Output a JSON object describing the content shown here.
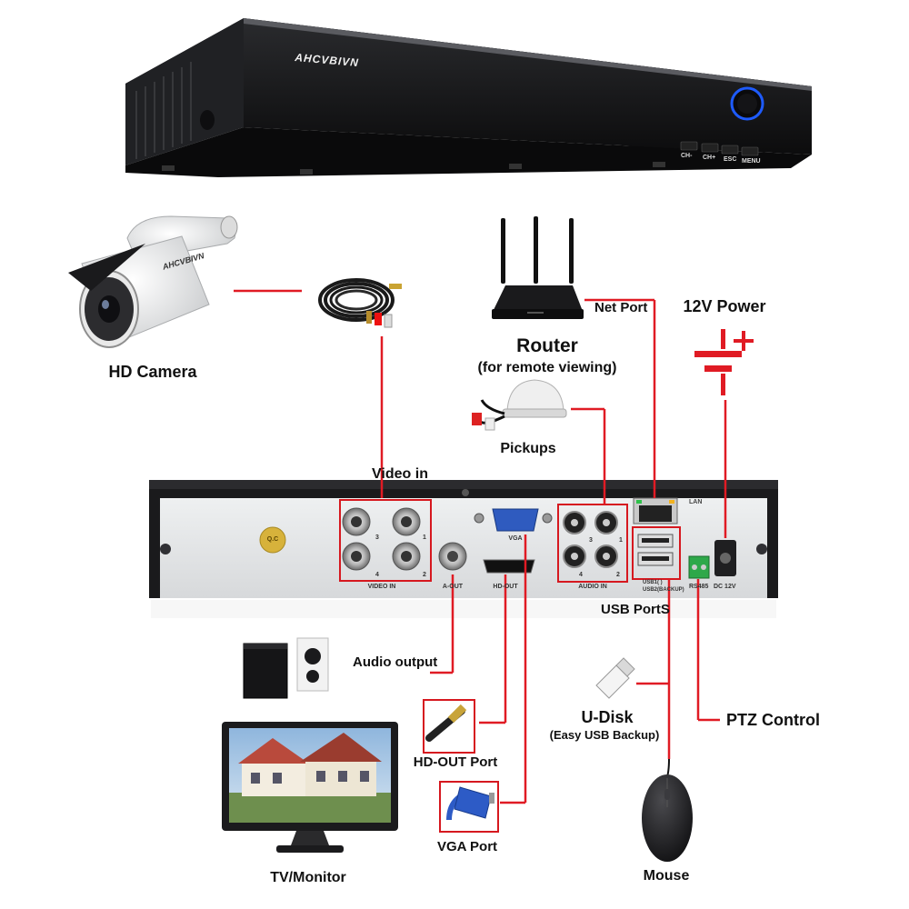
{
  "product": {
    "brand": "AHCVBIVN",
    "front_buttons": [
      "CH-",
      "CH+",
      "ESC",
      "MENU"
    ]
  },
  "labels": {
    "hd_camera": "HD Camera",
    "router": "Router",
    "router_sub": "(for remote viewing)",
    "net_port": "Net Port",
    "power": "12V Power",
    "pickups": "Pickups",
    "video_in": "Video in",
    "audio_output": "Audio output",
    "usb_ports": "USB PortS",
    "u_disk": "U-Disk",
    "u_disk_sub": "(Easy USB Backup)",
    "ptz": "PTZ Control",
    "hdout_port": "HD-OUT Port",
    "vga_port": "VGA Port",
    "tv_monitor": "TV/Monitor",
    "mouse": "Mouse"
  },
  "panel_labels": {
    "video_in": "VIDEO IN",
    "a_out": "A-OUT",
    "hd_out": "HD-OUT",
    "vga": "VGA",
    "audio_in": "AUDIO IN",
    "lan": "LAN",
    "usb1": "USB1( )",
    "usb2": "USB2(BACKUP)",
    "rs485": "RS485",
    "dc12v": "DC 12V",
    "qc": "Q.C"
  },
  "port_numbers": [
    "3",
    "1",
    "4",
    "2"
  ],
  "colors": {
    "connector": "#e01b24",
    "highlight_box": "#d6181f",
    "dvr_body": "#1c1c1e",
    "panel_face": "#e4e6e8"
  }
}
